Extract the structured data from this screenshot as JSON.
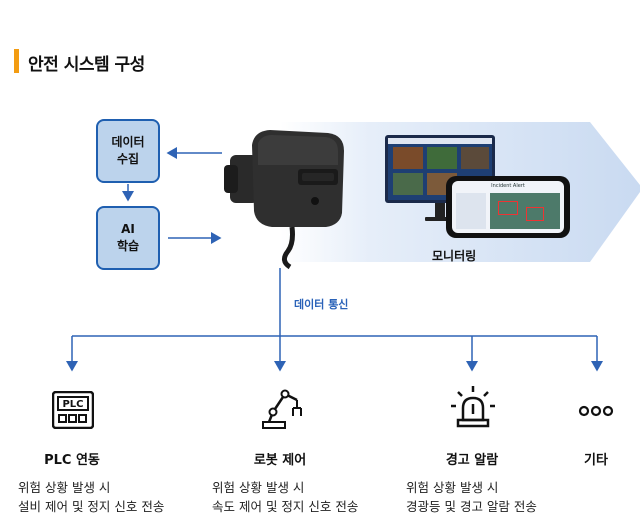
{
  "section_title": "안전 시스템 구성",
  "boxes": {
    "data_collect": "데이터\n수집",
    "ai_learn": "AI\n학습"
  },
  "monitoring_label": "모니터링",
  "comm_label": "데이터 통신",
  "phone_header": "Incident Alert",
  "items": [
    {
      "title": "PLC 연동",
      "desc": "위험 상황 발생 시\n설비 제어 및 정지 신호 전송",
      "icon": "plc-icon"
    },
    {
      "title": "로봇 제어",
      "desc": "위험 상황 발생 시\n속도 제어 및 정지 신호 전송",
      "icon": "robot-arm-icon"
    },
    {
      "title": "경고 알람",
      "desc": "위험 상황 발생 시\n경광등 및 경고 알람 전송",
      "icon": "warning-light-icon"
    },
    {
      "title": "기타",
      "desc": "",
      "icon": "more-icon"
    }
  ],
  "colors": {
    "accent_orange": "#f39c12",
    "box_fill": "#bcd3ec",
    "box_border": "#1f5fb0",
    "arrow_blue": "#2e63b5",
    "chevron_light": "#dbe6f5"
  }
}
